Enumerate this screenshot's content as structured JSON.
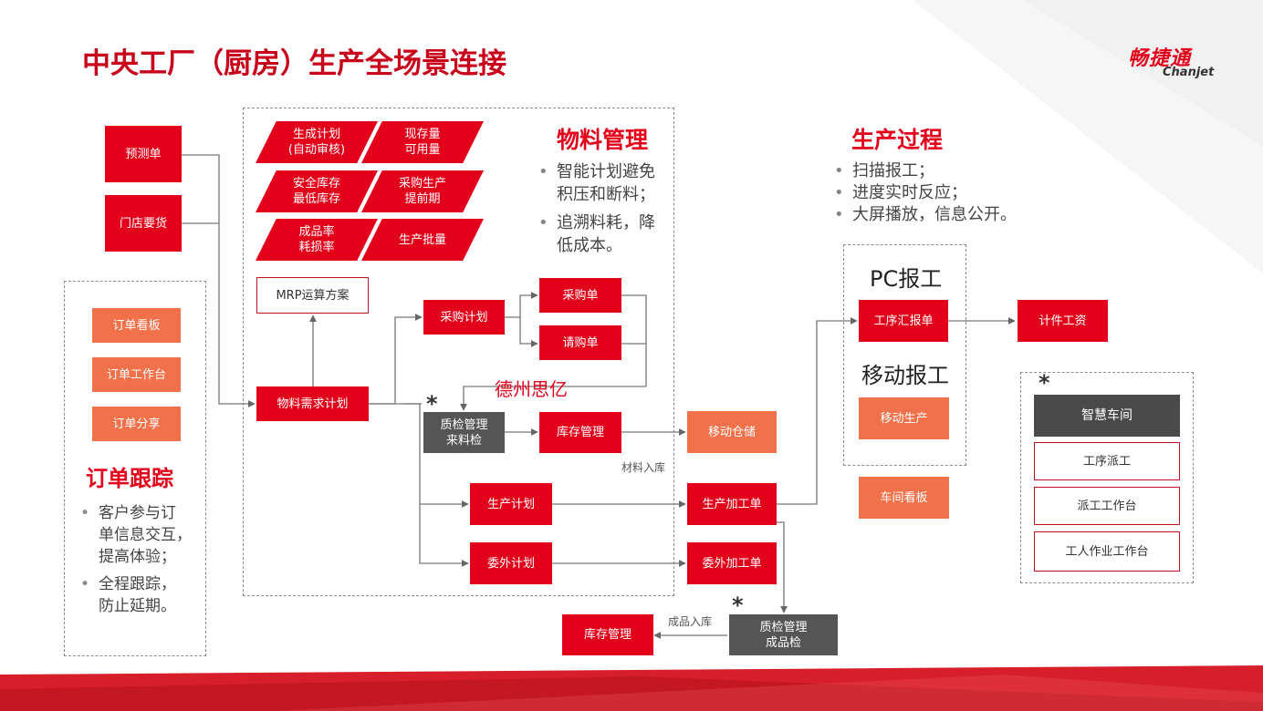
{
  "title": "中央工厂（厨房）生产全场景连接",
  "logo": {
    "cn": "畅捷通",
    "en": "Chanjet",
    "color": "#e3001b"
  },
  "colors": {
    "accent_red": "#e3001b",
    "orange": "#f0714a",
    "gray": "#555555",
    "title_red": "#c8001a"
  },
  "left_inputs": {
    "forecast": "预测单",
    "store_order": "门店要货"
  },
  "order_tracking": {
    "buttons": [
      "订单看板",
      "订单工作台",
      "订单分享"
    ],
    "heading": "订单跟踪",
    "bullets": [
      "客户参与订\n单信息交互，\n提高体验；",
      "全程跟踪，\n防止延期。"
    ]
  },
  "material_tags": [
    "生成计划\n(自动审核)",
    "现存量\n可用量",
    "安全库存\n最低库存",
    "采购生产\n提前期",
    "成品率\n耗损率",
    "生产批量"
  ],
  "material_mgmt": {
    "heading": "物料管理",
    "bullets": [
      "智能计划避免\n积压和断料；",
      "追溯料耗，降\n低成本。"
    ]
  },
  "flow": {
    "mrp": "MRP运算方案",
    "mrp_plan": "物料需求计划",
    "purchase_plan": "采购计划",
    "purchase_order": "采购单",
    "requisition": "请购单",
    "qc_incoming": "质检管理\n来料检",
    "inventory": "库存管理",
    "mobile_warehouse": "移动仓储",
    "material_in_label": "材料入库",
    "production_plan": "生产计划",
    "production_order": "生产加工单",
    "outsourcing_plan": "委外计划",
    "outsourcing_order": "委外加工单",
    "qc_finished": "质检管理\n成品检",
    "finished_in_label": "成品入库",
    "inventory_final": "库存管理",
    "watermark": "德州思亿"
  },
  "production_process": {
    "heading": "生产过程",
    "bullets": [
      "扫描报工；",
      "进度实时反应；",
      "大屏播放，信息公开。"
    ]
  },
  "reporting": {
    "pc_title": "PC报工",
    "process_report": "工序汇报单",
    "piece_wage": "计件工资",
    "mobile_title": "移动报工",
    "mobile_production": "移动生产",
    "workshop_board": "车间看板"
  },
  "smart_workshop": {
    "star": "*",
    "title": "智慧车间",
    "items": [
      "工序派工",
      "派工工作台",
      "工人作业工作台"
    ]
  },
  "stars": [
    "*",
    "*"
  ]
}
